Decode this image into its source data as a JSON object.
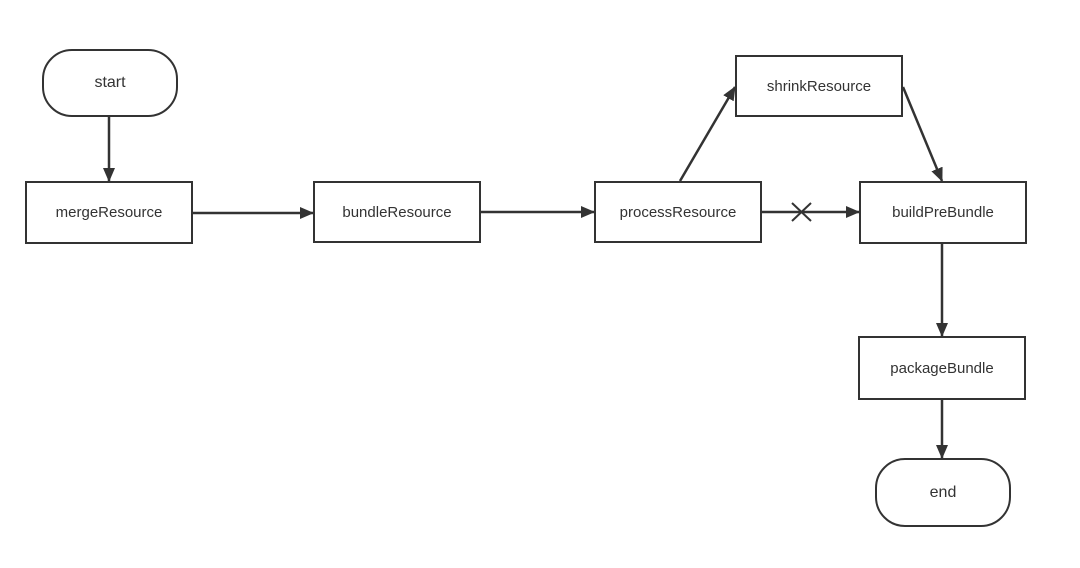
{
  "colors": {
    "stroke": "#333333",
    "background": "#ffffff",
    "text": "#333333"
  },
  "nodes": {
    "start": "start",
    "merge": "mergeResource",
    "bundle": "bundleResource",
    "process": "processResource",
    "shrink": "shrinkResource",
    "build": "buildPreBundle",
    "package": "packageBundle",
    "end": "end"
  },
  "edges": [
    {
      "from": "start",
      "to": "mergeResource"
    },
    {
      "from": "mergeResource",
      "to": "bundleResource"
    },
    {
      "from": "bundleResource",
      "to": "processResource"
    },
    {
      "from": "processResource",
      "to": "shrinkResource"
    },
    {
      "from": "shrinkResource",
      "to": "buildPreBundle"
    },
    {
      "from": "processResource",
      "to": "buildPreBundle",
      "crossed_out": true
    },
    {
      "from": "buildPreBundle",
      "to": "packageBundle"
    },
    {
      "from": "packageBundle",
      "to": "end"
    }
  ]
}
